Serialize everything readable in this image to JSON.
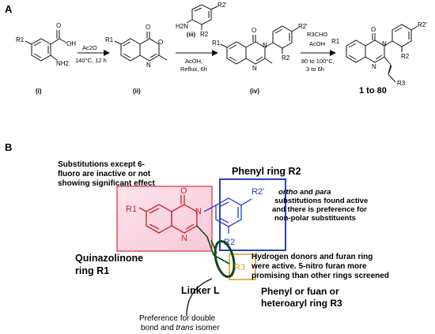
{
  "panel_a": {
    "letter": "A",
    "compound_labels": [
      "(i)",
      "(ii)",
      "(iii)",
      "(iv)"
    ],
    "product_label": "1 to 80",
    "step1": {
      "reagent": "Ac2O",
      "conditions": "140°C, 12 h"
    },
    "step2": {
      "reagent": "AcOH,",
      "conditions": "Reflux, 6h"
    },
    "step3": {
      "reagent1": "R3CHO",
      "reagent2": "AcOH",
      "conditions1": "80 to 100°C,",
      "conditions2": "3 to 6h"
    },
    "atoms": {
      "oh": "OH",
      "nh2": "NH2",
      "h2n": "H2N",
      "o": "O",
      "n": "N",
      "r1": "R1",
      "r2": "R2",
      "r2p": "R2'",
      "r3": "R3"
    }
  },
  "panel_b": {
    "letter": "B",
    "region_r1": {
      "title_line1": "Quinazolinone",
      "title_line2": "ring R1",
      "note_line1": "Substitutions except 6-",
      "note_line2": "fluoro are inactive or not",
      "note_line3": "showing significant effect",
      "color": "#e03a4a"
    },
    "region_r2": {
      "title": "Phenyl ring R2",
      "note_line1_italic": "ortho",
      "note_line1_mid": " and ",
      "note_line1_italic2": "para",
      "note_line2": "substitutions found active",
      "note_line3": "and there is preference for",
      "note_line4": "non-polar substituents",
      "color": "#2a3fbf"
    },
    "region_r3": {
      "title_line1": "Phenyl or fuan or",
      "title_line2": "heteroaryl ring R3",
      "note_line1": "Hydrogen donors and furan ring",
      "note_line2": "were active. 5-nitro furan more",
      "note_line3": "promising than other rings screened",
      "color": "#d9a52b"
    },
    "linker": {
      "title": "Linker L",
      "note_line1": "Preference for double",
      "note_line2_pre": "bond and ",
      "note_line2_italic": "trans",
      "note_line2_post": " isomer",
      "color": "#0f4a1e"
    }
  }
}
